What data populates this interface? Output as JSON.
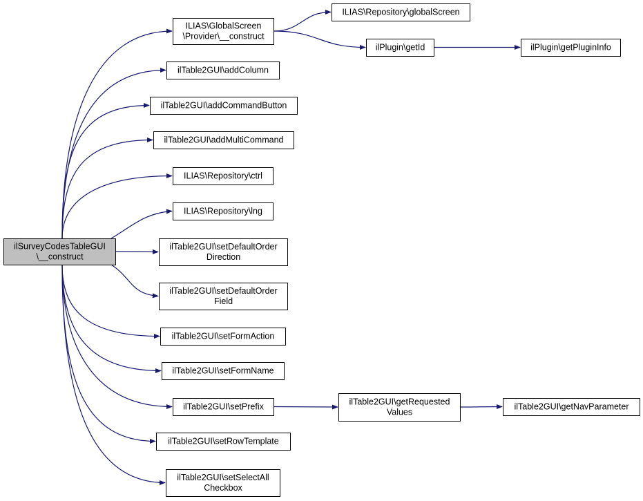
{
  "colors": {
    "edge": "#191970",
    "node_fill": "#ffffff",
    "root_fill": "#bfbfbf",
    "border": "#000000"
  },
  "nodes": [
    {
      "id": "root",
      "lines": [
        "ilSurveyCodesTableGUI",
        "\\__construct"
      ],
      "root": true
    },
    {
      "id": "gs_construct",
      "lines": [
        "ILIAS\\GlobalScreen",
        "\\Provider\\__construct"
      ]
    },
    {
      "id": "global_screen",
      "lines": [
        "ILIAS\\Repository\\globalScreen"
      ]
    },
    {
      "id": "get_id",
      "lines": [
        "ilPlugin\\getId"
      ]
    },
    {
      "id": "get_plugin_info",
      "lines": [
        "ilPlugin\\getPluginInfo"
      ]
    },
    {
      "id": "add_column",
      "lines": [
        "ilTable2GUI\\addColumn"
      ]
    },
    {
      "id": "add_command_button",
      "lines": [
        "ilTable2GUI\\addCommandButton"
      ]
    },
    {
      "id": "add_multi_command",
      "lines": [
        "ilTable2GUI\\addMultiCommand"
      ]
    },
    {
      "id": "ctrl",
      "lines": [
        "ILIAS\\Repository\\ctrl"
      ]
    },
    {
      "id": "lng",
      "lines": [
        "ILIAS\\Repository\\lng"
      ]
    },
    {
      "id": "set_default_order_direction",
      "lines": [
        "ilTable2GUI\\setDefaultOrder",
        "Direction"
      ]
    },
    {
      "id": "set_default_order_field",
      "lines": [
        "ilTable2GUI\\setDefaultOrder",
        "Field"
      ]
    },
    {
      "id": "set_form_action",
      "lines": [
        "ilTable2GUI\\setFormAction"
      ]
    },
    {
      "id": "set_form_name",
      "lines": [
        "ilTable2GUI\\setFormName"
      ]
    },
    {
      "id": "set_prefix",
      "lines": [
        "ilTable2GUI\\setPrefix"
      ]
    },
    {
      "id": "get_requested_values",
      "lines": [
        "ilTable2GUI\\getRequested",
        "Values"
      ]
    },
    {
      "id": "get_nav_parameter",
      "lines": [
        "ilTable2GUI\\getNavParameter"
      ]
    },
    {
      "id": "set_row_template",
      "lines": [
        "ilTable2GUI\\setRowTemplate"
      ]
    },
    {
      "id": "set_select_all_checkbox",
      "lines": [
        "ilTable2GUI\\setSelectAll",
        "Checkbox"
      ]
    }
  ],
  "edges": [
    [
      "root",
      "gs_construct"
    ],
    [
      "root",
      "add_column"
    ],
    [
      "root",
      "add_command_button"
    ],
    [
      "root",
      "add_multi_command"
    ],
    [
      "root",
      "ctrl"
    ],
    [
      "root",
      "lng"
    ],
    [
      "root",
      "set_default_order_direction"
    ],
    [
      "root",
      "set_default_order_field"
    ],
    [
      "root",
      "set_form_action"
    ],
    [
      "root",
      "set_form_name"
    ],
    [
      "root",
      "set_prefix"
    ],
    [
      "root",
      "set_row_template"
    ],
    [
      "root",
      "set_select_all_checkbox"
    ],
    [
      "gs_construct",
      "global_screen"
    ],
    [
      "gs_construct",
      "get_id"
    ],
    [
      "get_id",
      "get_plugin_info"
    ],
    [
      "set_prefix",
      "get_requested_values"
    ],
    [
      "get_requested_values",
      "get_nav_parameter"
    ]
  ]
}
